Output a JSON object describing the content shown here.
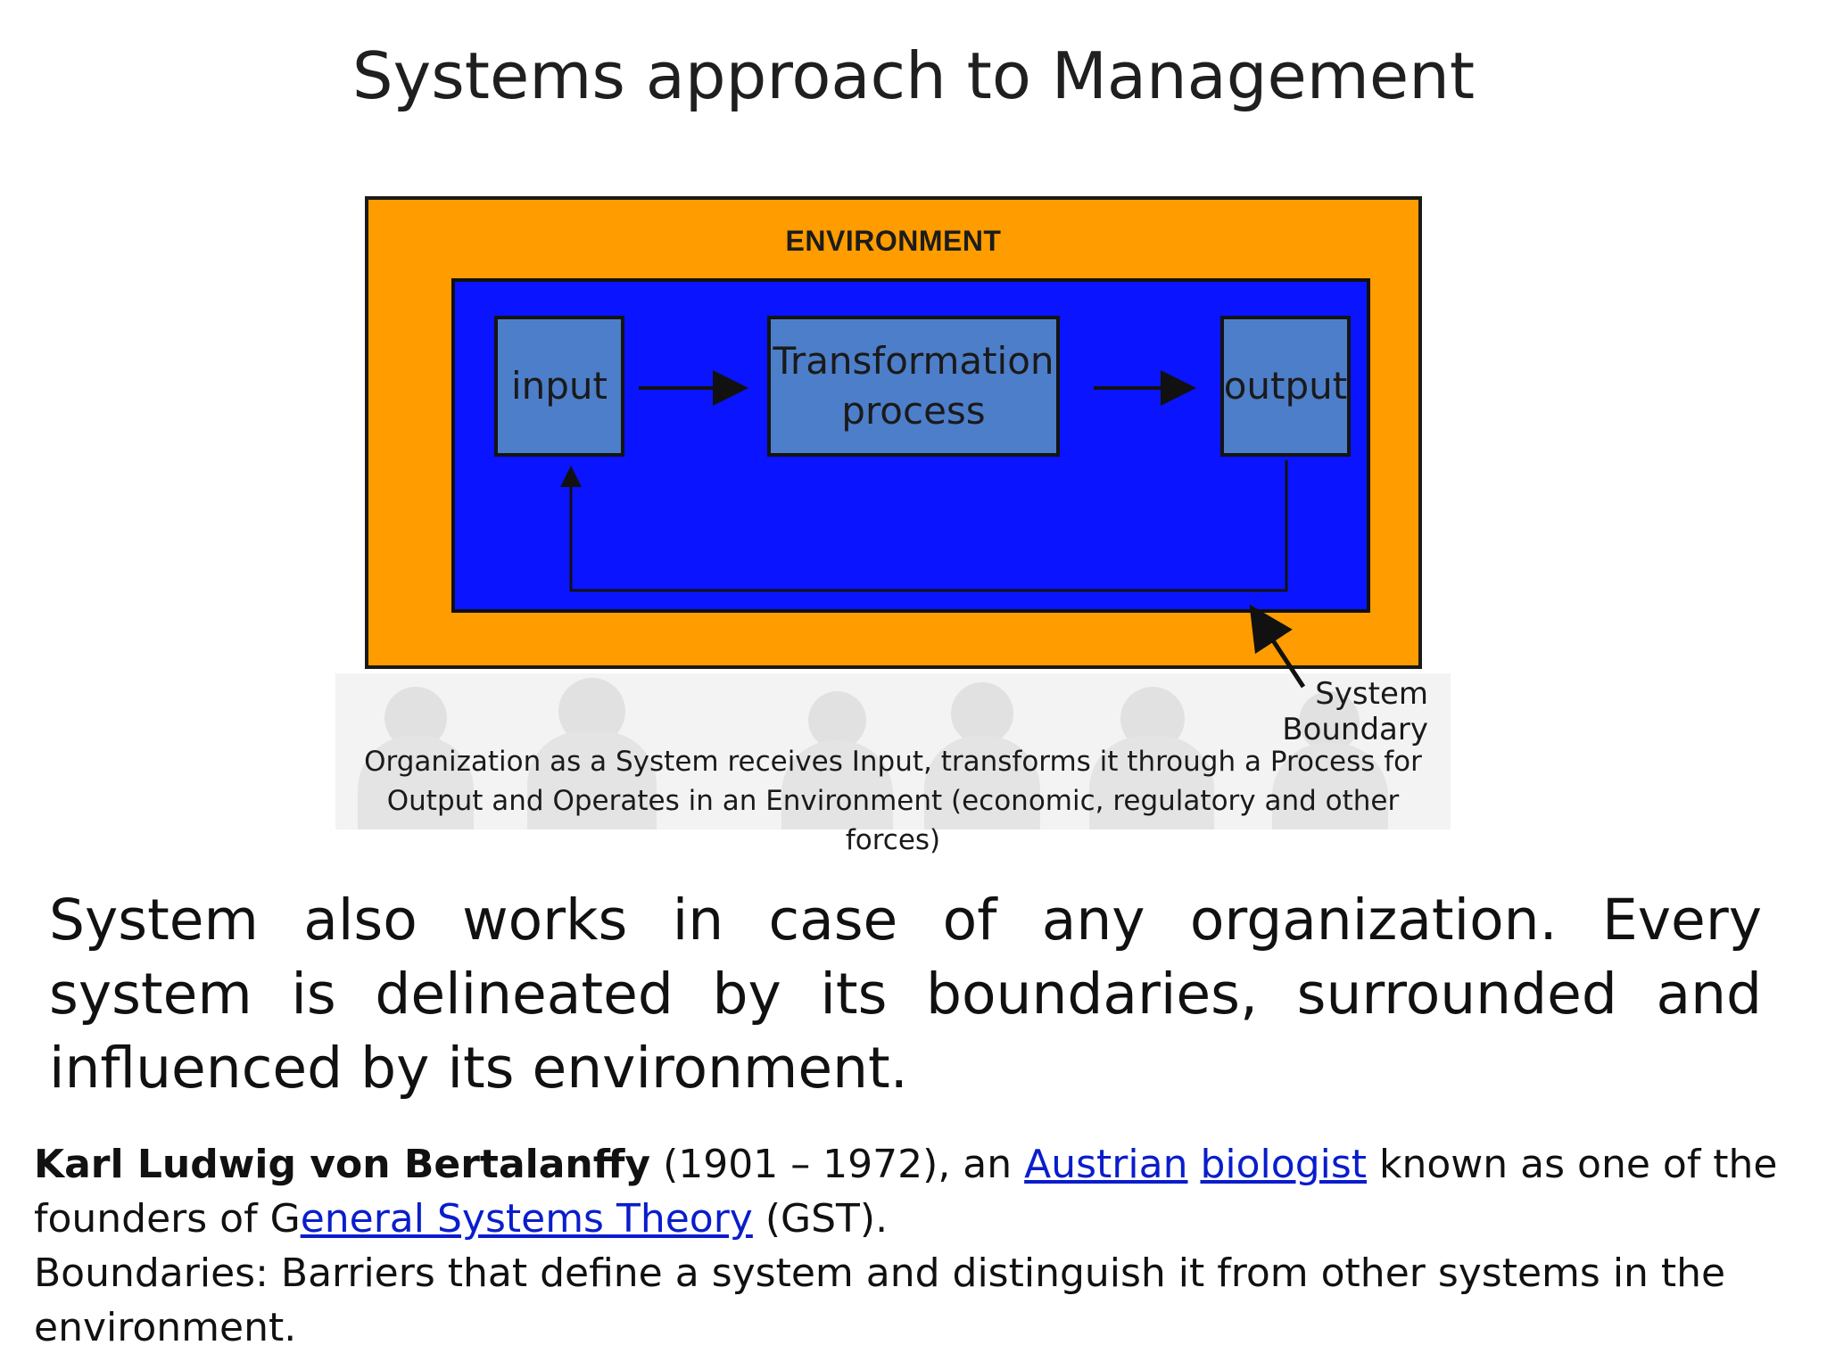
{
  "title": "Systems approach to Management",
  "diagram": {
    "environment_label": "ENVIRONMENT",
    "input_label": "input",
    "transform_label": "Transformation\nprocess",
    "output_label": "output",
    "boundary_label": "System Boundary",
    "caption": "Organization as a System  receives Input, transforms it through a Process for\nOutput and Operates in an Environment (economic, regulatory and other forces)",
    "colors": {
      "environment": "#ff9c00",
      "system": "#0a14ff",
      "node": "#4d7ec9"
    }
  },
  "body_paragraph": "System also works in case of any organization. Every system is delineated by its boundaries, surrounded and influenced by its environment.",
  "bio": {
    "name": "Karl Ludwig von Bertalanffy",
    "years": " (1901 – 1972), an ",
    "link_austrian": "Austrian",
    "space": " ",
    "link_biologist": "biologist",
    "tail": " known as one of the founders of G",
    "link_gst": "eneral Systems Theory",
    "gst_suffix": " (GST).",
    "boundaries_text": "Boundaries: Barriers that define a system and distinguish it from other systems in the environment."
  }
}
